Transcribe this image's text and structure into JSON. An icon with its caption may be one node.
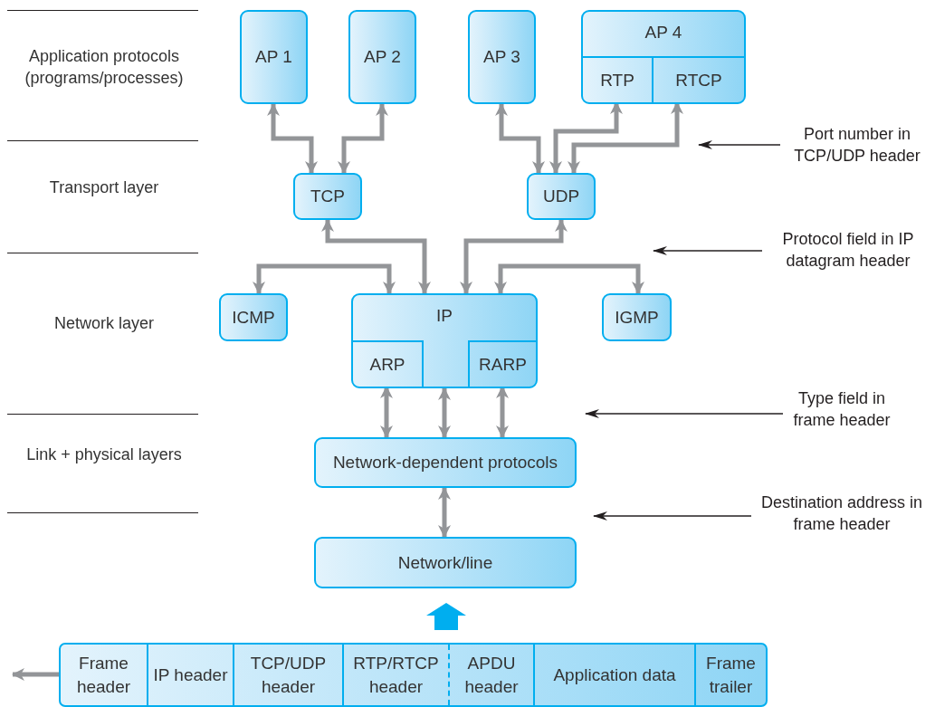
{
  "diagram": {
    "nodes": [
      {
        "text": [
          "AP 1"
        ]
      },
      {
        "text": [
          "AP 2"
        ]
      },
      {
        "text": [
          "AP 3"
        ]
      },
      {
        "text": [
          "AP 4"
        ]
      },
      {
        "text": [
          "RTP"
        ],
        "in": 3
      },
      {
        "text": [
          "RTCP"
        ],
        "in": 3
      },
      {
        "text": [
          "TCP"
        ]
      },
      {
        "text": [
          "UDP"
        ]
      },
      {
        "text": [
          "ICMP"
        ]
      },
      {
        "text": [
          "IP"
        ]
      },
      {
        "text": [
          "ARP"
        ],
        "in": 9
      },
      {
        "text": [
          "RARP"
        ],
        "in": 9
      },
      {
        "text": [
          "IGMP"
        ]
      },
      {
        "text": [
          "Network-dependent protocols"
        ]
      },
      {
        "text": [
          "Network/line"
        ]
      },
      {
        "text": [],
        "shape": "bar"
      },
      {
        "text": [
          "Frame header"
        ],
        "in": 15
      },
      {
        "text": [
          "IP header"
        ],
        "in": 15
      },
      {
        "text": [
          "TCP/UDP header"
        ],
        "in": 15
      },
      {
        "text": [
          "RTP/RTCP header"
        ],
        "in": 15
      },
      {
        "text": [
          "APDU header"
        ],
        "in": 15
      },
      {
        "text": [
          "Application data"
        ],
        "in": 15
      },
      {
        "text": [
          "Frame trailer"
        ],
        "in": 15
      },
      {
        "text": [
          "Port number in TCP/UDP header"
        ]
      },
      {
        "text": [
          "Protocol field in IP datagram header"
        ]
      },
      {
        "text": [
          "Type field in frame header"
        ]
      },
      {
        "text": [
          "Destination address in frame header"
        ]
      }
    ],
    "edges": [
      {
        "from": 0,
        "to": 6,
        "arrow": "both"
      },
      {
        "from": 1,
        "to": 6,
        "arrow": "both"
      },
      {
        "from": 2,
        "to": 7,
        "arrow": "both"
      },
      {
        "from": 4,
        "to": 7,
        "arrow": "both"
      },
      {
        "from": 5,
        "to": 7,
        "arrow": "both"
      },
      {
        "from": 6,
        "to": 9,
        "arrow": "both"
      },
      {
        "from": 7,
        "to": 9,
        "arrow": "both"
      },
      {
        "from": 8,
        "to": 9,
        "arrow": "both"
      },
      {
        "from": 12,
        "to": 9,
        "arrow": "both"
      },
      {
        "from": 10,
        "to": 13,
        "arrow": "both"
      },
      {
        "from": 9,
        "to": 13,
        "arrow": "both"
      },
      {
        "from": 11,
        "to": 13,
        "arrow": "both"
      },
      {
        "from": 13,
        "to": 14,
        "arrow": "both"
      },
      {
        "from": 15,
        "to": 14,
        "arrow": "to",
        "style": "thick",
        "color": "#00aeef"
      },
      {
        "from": 15,
        "to": null,
        "arrow": "to"
      },
      {
        "from": 23,
        "to": null,
        "arrow": "to",
        "color": "#231f20"
      },
      {
        "from": 24,
        "to": null,
        "arrow": "to",
        "color": "#231f20"
      },
      {
        "from": 25,
        "to": null,
        "arrow": "to",
        "color": "#231f20"
      },
      {
        "from": 26,
        "to": null,
        "arrow": "to",
        "color": "#231f20"
      }
    ],
    "labels": [
      "Application protocols (programs/processes)",
      "Transport layer",
      "Network layer",
      "Link + physical layers"
    ]
  }
}
